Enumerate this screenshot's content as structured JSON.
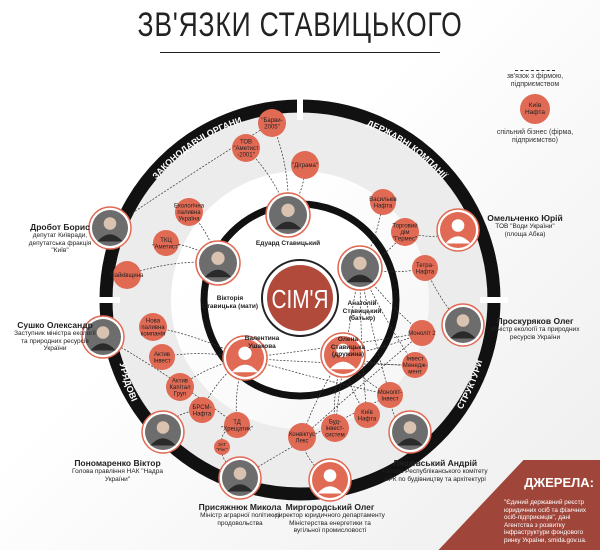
{
  "title": "ЗВ'ЯЗКИ СТАВИЦЬКОГО",
  "center_label": "СІМ'Я",
  "ring_labels": {
    "top_left": "ЗАКОНОДАВЧІ ОРГАНИ",
    "top_right": "ДЕРЖАВНІ КОМПАНІЇ",
    "bottom_left": "УРЯДОВІ",
    "bottom_right": "СТРУКТУРИ"
  },
  "colors": {
    "node": "#e06a54",
    "center": "#b24a3c",
    "ring": "#111111",
    "sources_bg": "#a0453a"
  },
  "legend": {
    "dash_label": "зв'язок з фірмою, підприємством",
    "bubble_label": "Київ Нафта",
    "bubble_caption": "спільний бізнес (фірма, підприємство)"
  },
  "sources": {
    "title": "ДЖЕРЕЛА:",
    "text": "\"Єдиний державний реєстр юридичних осіб та фізичних осіб-підприємців\", дані Агентства з розвитку інфраструктури фондового ринку України, smida.gov.ua."
  },
  "family": [
    {
      "id": "eduard",
      "name": "Едуард Ставицький",
      "photo": true
    },
    {
      "id": "viktoria",
      "name": "Вікторія Ставицька (мати)",
      "photo": true
    },
    {
      "id": "anatoliy",
      "name": "Анатолій Ставицький (батько)",
      "photo": true
    },
    {
      "id": "valentyna",
      "name": "Валентина Ушакова",
      "photo": false
    },
    {
      "id": "olena",
      "name": "Олена Ставицька (дружина)",
      "photo": false
    }
  ],
  "companies": [
    {
      "id": "ametyst2001",
      "label": "ТОВ\n\"Аметист\n-2001\""
    },
    {
      "id": "barvy",
      "label": "\"Барви-\n2005\""
    },
    {
      "id": "digrama",
      "label": "\"Діграма\""
    },
    {
      "id": "ekol",
      "label": "Екологічна\nпаливна\nУкраїна"
    },
    {
      "id": "tkc",
      "label": "ТКЦ\n\"Аметист\""
    },
    {
      "id": "chaik",
      "label": "Чайківщина"
    },
    {
      "id": "vasylkiv",
      "label": "Васильків\nНафта"
    },
    {
      "id": "germes",
      "label": "Торговий\nдім\n\"Гермес\""
    },
    {
      "id": "tetra",
      "label": "Тетра-\nНафта"
    },
    {
      "id": "nova",
      "label": "Нова\nпаливна\nкомпанія"
    },
    {
      "id": "aktivinv",
      "label": "Актив\nІнвест"
    },
    {
      "id": "aktivkap",
      "label": "Актив\nКапітал\nГруп"
    },
    {
      "id": "brsm",
      "label": "БРСМ-\nНафта"
    },
    {
      "id": "khresh",
      "label": "ТД\n\"Хрещатик\""
    },
    {
      "id": "zat",
      "label": "ЗАТ\n\"Рінг\""
    },
    {
      "id": "konv",
      "label": "Конвіктус\nЛекс"
    },
    {
      "id": "bud",
      "label": "Буд-\nінвест-\nсистем"
    },
    {
      "id": "kyivnafta",
      "label": "Київ\nНафта"
    },
    {
      "id": "monolinv",
      "label": "Моноліт-\nІнвест"
    },
    {
      "id": "invmen",
      "label": "Інвест\nМенедж-\nмент"
    },
    {
      "id": "monol2",
      "label": "Моноліт 2"
    }
  ],
  "officials": [
    {
      "id": "drobot",
      "name": "Дробот Борис",
      "role": "депутат Київради, депутатська фракція \"Київ\"",
      "photo": true
    },
    {
      "id": "sushko",
      "name": "Сушко Олександр",
      "role": "Заступник міністра екології та природних ресурсів України",
      "photo": true
    },
    {
      "id": "ponom",
      "name": "Пономаренко Віктор",
      "role": "Голова правління НАК \"Надра України\"",
      "photo": true
    },
    {
      "id": "prysiazh",
      "name": "Присяжнюк Микола",
      "role": "Міністр аграрної політики і продовольства",
      "photo": true
    },
    {
      "id": "myrhor",
      "name": "Миргородський Олег",
      "role": "директор юридичного департаменту Міністерства енергетики та вугільної промисловості",
      "photo": false
    },
    {
      "id": "liashev",
      "name": "Ляшевський Андрій",
      "role": "Голова Республіканського комітету АРК по будівництву та архітектурі",
      "photo": true
    },
    {
      "id": "omelch",
      "name": "Омельченко Юрій",
      "role": "ТОВ \"Води України\" (площа Абка)",
      "photo": false
    },
    {
      "id": "proskur",
      "name": "Проскуряков Олег",
      "role": "Міністр екології та природних ресурсів України",
      "photo": true
    }
  ],
  "connections": [
    [
      "eduard",
      "ametyst2001"
    ],
    [
      "eduard",
      "barvy"
    ],
    [
      "eduard",
      "digrama"
    ],
    [
      "barvy",
      "drobot"
    ],
    [
      "viktoria",
      "ekol"
    ],
    [
      "viktoria",
      "tkc"
    ],
    [
      "viktoria",
      "chaik"
    ],
    [
      "anatoliy",
      "vasylkiv"
    ],
    [
      "anatoliy",
      "germes"
    ],
    [
      "anatoliy",
      "tetra"
    ],
    [
      "anatoliy",
      "monol2"
    ],
    [
      "anatoliy",
      "invmen"
    ],
    [
      "anatoliy",
      "monolinv"
    ],
    [
      "anatoliy",
      "kyivnafta"
    ],
    [
      "anatoliy",
      "bud"
    ],
    [
      "germes",
      "omelch"
    ],
    [
      "tetra",
      "proskur"
    ],
    [
      "valentyna",
      "nova"
    ],
    [
      "valentyna",
      "aktivinv"
    ],
    [
      "valentyna",
      "aktivkap"
    ],
    [
      "valentyna",
      "brsm"
    ],
    [
      "valentyna",
      "khresh"
    ],
    [
      "valentyna",
      "monolinv"
    ],
    [
      "valentyna",
      "monol2"
    ],
    [
      "valentyna",
      "invmen"
    ],
    [
      "olena",
      "konv"
    ],
    [
      "olena",
      "bud"
    ],
    [
      "olena",
      "kyivnafta"
    ],
    [
      "olena",
      "monolinv"
    ],
    [
      "olena",
      "invmen"
    ],
    [
      "olena",
      "monol2"
    ],
    [
      "sushko",
      "khresh"
    ],
    [
      "ponom",
      "brsm"
    ],
    [
      "prysiazh",
      "zat"
    ],
    [
      "zat",
      "khresh"
    ],
    [
      "prysiazh",
      "monolinv"
    ],
    [
      "myrhor",
      "konv"
    ],
    [
      "liashev",
      "monolinv"
    ],
    [
      "konv",
      "monol2"
    ]
  ]
}
